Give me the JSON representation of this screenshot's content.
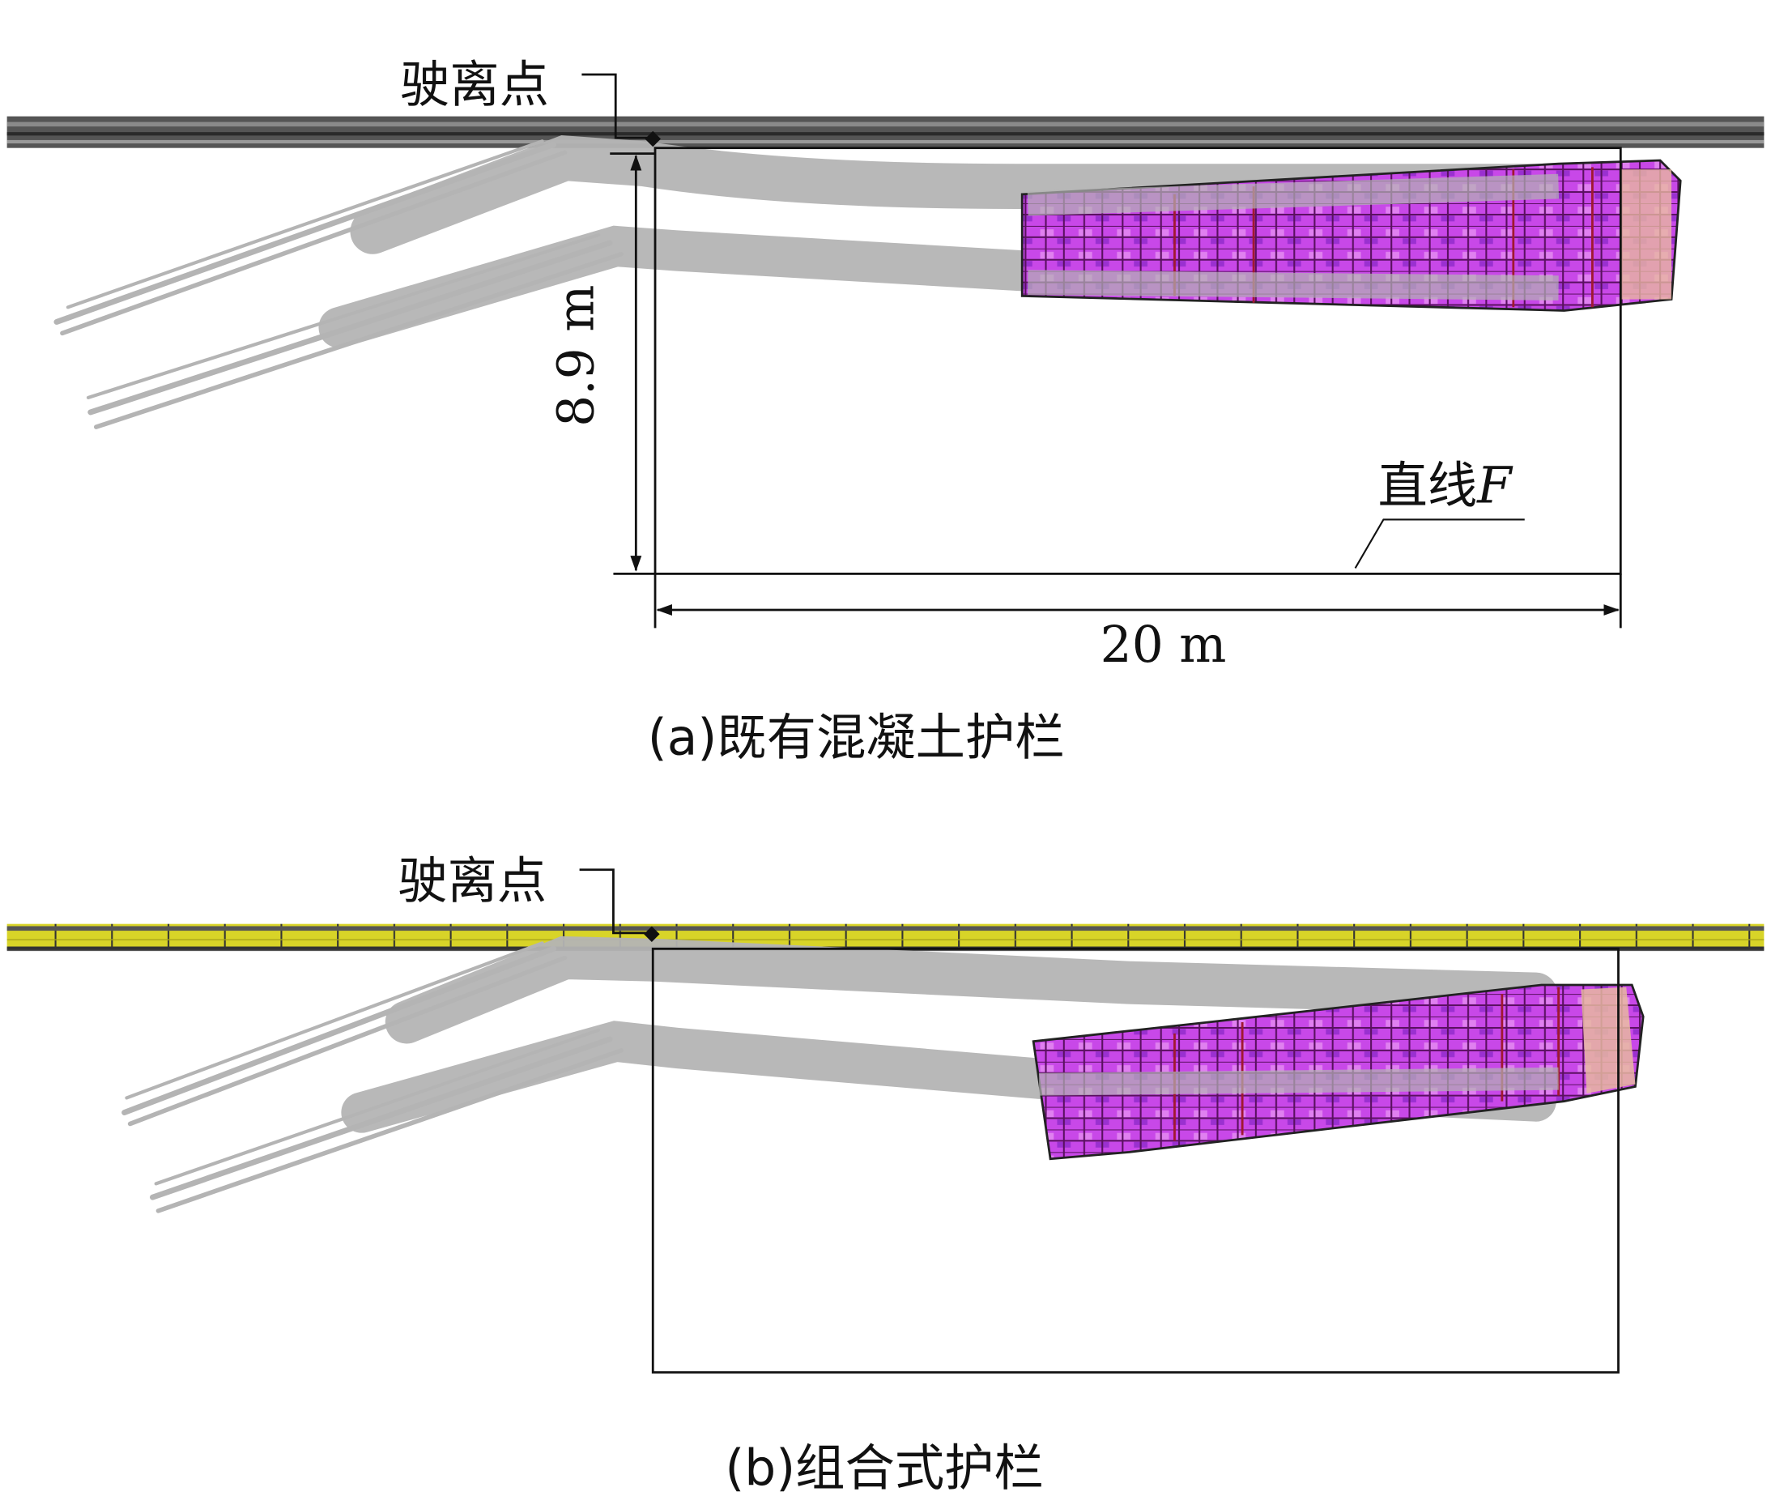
{
  "panels": [
    {
      "id": "a",
      "exit_point_label": "驶离点",
      "height_dimension": "8.9 m",
      "width_dimension": "20 m",
      "line_label_prefix": "直线",
      "line_label_var": "F",
      "caption": "(a)既有混凝土护栏",
      "barrier_color": "#4a4a4a"
    },
    {
      "id": "b",
      "exit_point_label": "驶离点",
      "caption": "(b)组合式护栏",
      "barrier_color": "#d4d020"
    }
  ],
  "colors": {
    "vehicle": "#c040e0",
    "trajectory": "#b4b4b4",
    "frame_red": "#a01830"
  }
}
